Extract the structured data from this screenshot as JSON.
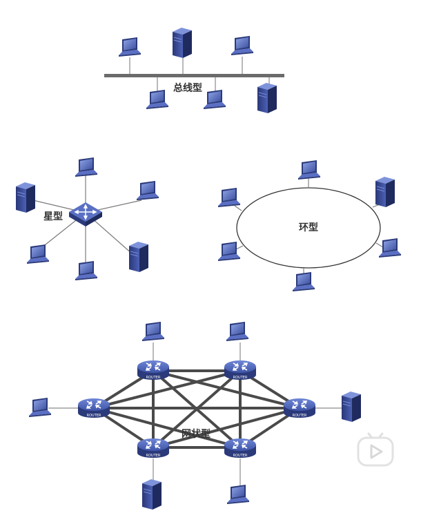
{
  "labels": {
    "bus": "总线型",
    "star": "星型",
    "ring": "环型",
    "mesh": "网状型",
    "router": "ROUTER"
  },
  "icons": {
    "laptop": "laptop-icon",
    "server": "server-icon",
    "switch": "switch-icon",
    "router": "router-icon",
    "play": "play-icon"
  },
  "colors": {
    "device_dark": "#2b3a7a",
    "device_mid": "#4a5fb0",
    "device_light": "#6f86d6",
    "line_gray": "#7a7a7a",
    "mesh_line": "#4a4a4a",
    "bus_bar": "#6b6b6b"
  }
}
